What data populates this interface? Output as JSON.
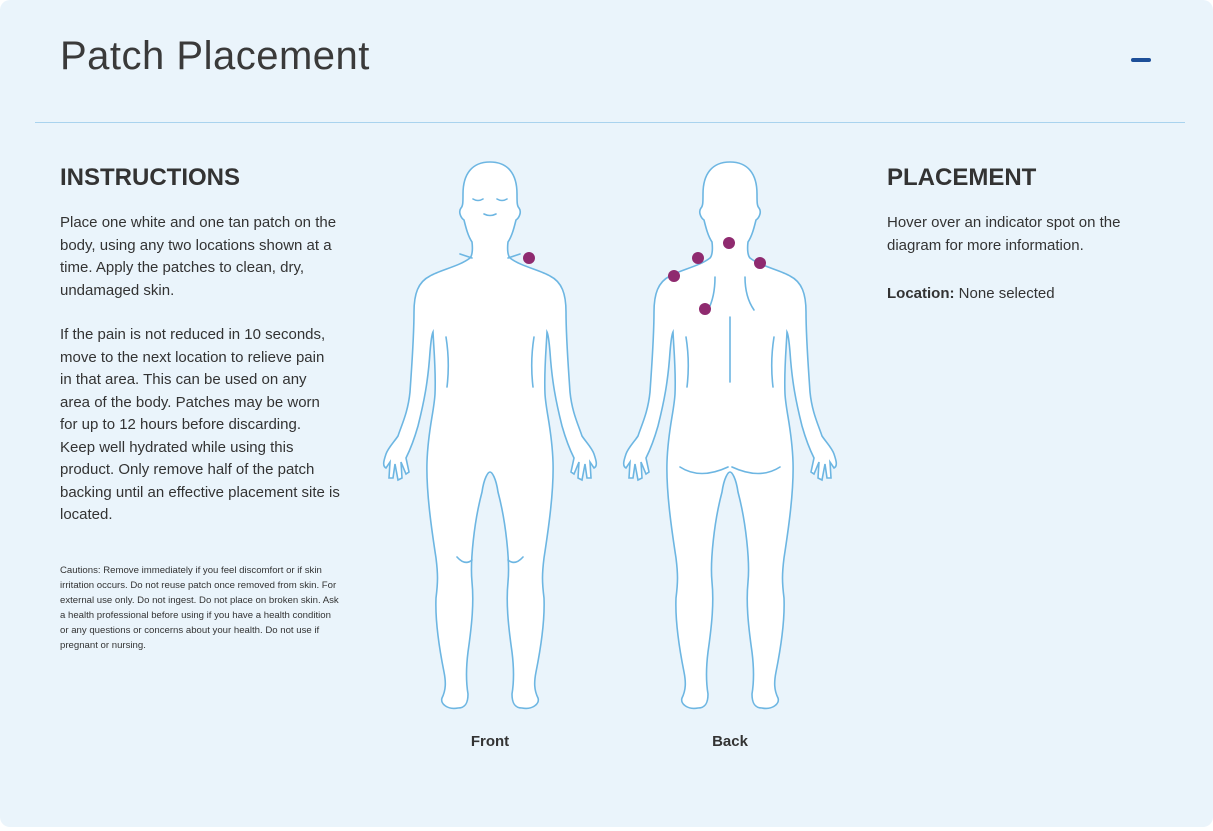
{
  "header": {
    "title": "Patch Placement",
    "collapse_icon": "minus-icon"
  },
  "instructions": {
    "heading": "INSTRUCTIONS",
    "paragraph1": "Place one white and one tan patch on the body, using any two locations shown at a time. Apply the patches to clean, dry, undamaged skin.",
    "paragraph2": "If the pain is not reduced in 10 seconds, move to the next location to relieve pain in that area. This can be used on any area of the body. Patches may be worn for up to 12 hours before discarding. Keep well hydrated while using this product. Only remove half of the patch backing until an effective placement site is located.",
    "cautions": "Cautions: Remove immediately if you feel discomfort or if skin irritation occurs. Do not reuse patch once removed from skin. For external use only. Do not ingest. Do not place on broken skin. Ask a health professional before using if you have a health condition or any questions or concerns about your health. Do not use if pregnant or nursing."
  },
  "diagram": {
    "front_label": "Front",
    "back_label": "Back",
    "outline_color": "#6db6e2",
    "indicator_color": "#8f2a6f"
  },
  "placement": {
    "heading": "PLACEMENT",
    "hint": "Hover over an indicator spot on the diagram for more information.",
    "location_label": "Location:",
    "location_value": "None selected"
  }
}
